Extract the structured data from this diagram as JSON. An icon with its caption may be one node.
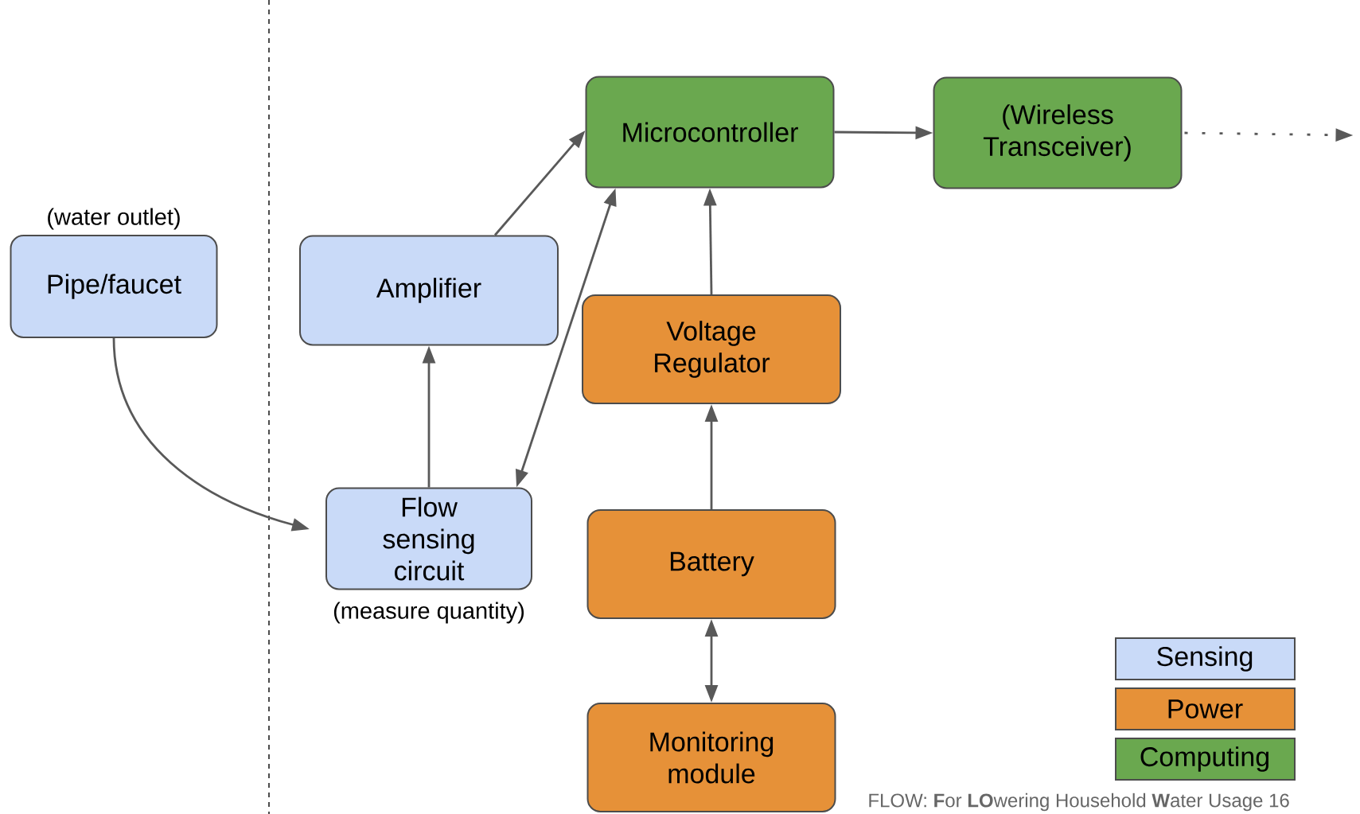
{
  "diagram": {
    "nodes": [
      {
        "text": [
          "Pipe/faucet"
        ],
        "beside": [
          "(water outlet)"
        ]
      },
      {
        "text": [
          "Amplifier"
        ]
      },
      {
        "text": [
          "Flow sensing circuit"
        ],
        "beside": [
          "(measure quantity)"
        ]
      },
      {
        "text": [
          "Microcontroller"
        ]
      },
      {
        "text": [
          "(Wireless Transceiver)"
        ]
      },
      {
        "text": [
          "Voltage Regulator"
        ]
      },
      {
        "text": [
          "Battery"
        ]
      },
      {
        "text": [
          "Monitoring module"
        ]
      }
    ],
    "edges": [
      {
        "from": 0,
        "to": 2,
        "arrow": "to"
      },
      {
        "from": 2,
        "to": 1,
        "arrow": "to"
      },
      {
        "from": 1,
        "to": 3,
        "arrow": "to"
      },
      {
        "from": 2,
        "to": 3,
        "arrow": "both"
      },
      {
        "from": 5,
        "to": 3,
        "arrow": "to"
      },
      {
        "from": 6,
        "to": 5,
        "arrow": "to"
      },
      {
        "from": 6,
        "to": 7,
        "arrow": "both"
      },
      {
        "from": 3,
        "to": 4,
        "arrow": "to"
      },
      {
        "from": 4,
        "to": null,
        "arrow": "to",
        "style": "dashed"
      }
    ],
    "labels": [
      "FLOW: **F**or **LO**wering Household **W**ater Usage 16"
    ],
    "legend": [
      {
        "text": "Sensing",
        "color": "#c9daf8"
      },
      {
        "text": "Power",
        "color": "#e69138"
      },
      {
        "text": "Computing",
        "color": "#6aa84f"
      }
    ]
  }
}
